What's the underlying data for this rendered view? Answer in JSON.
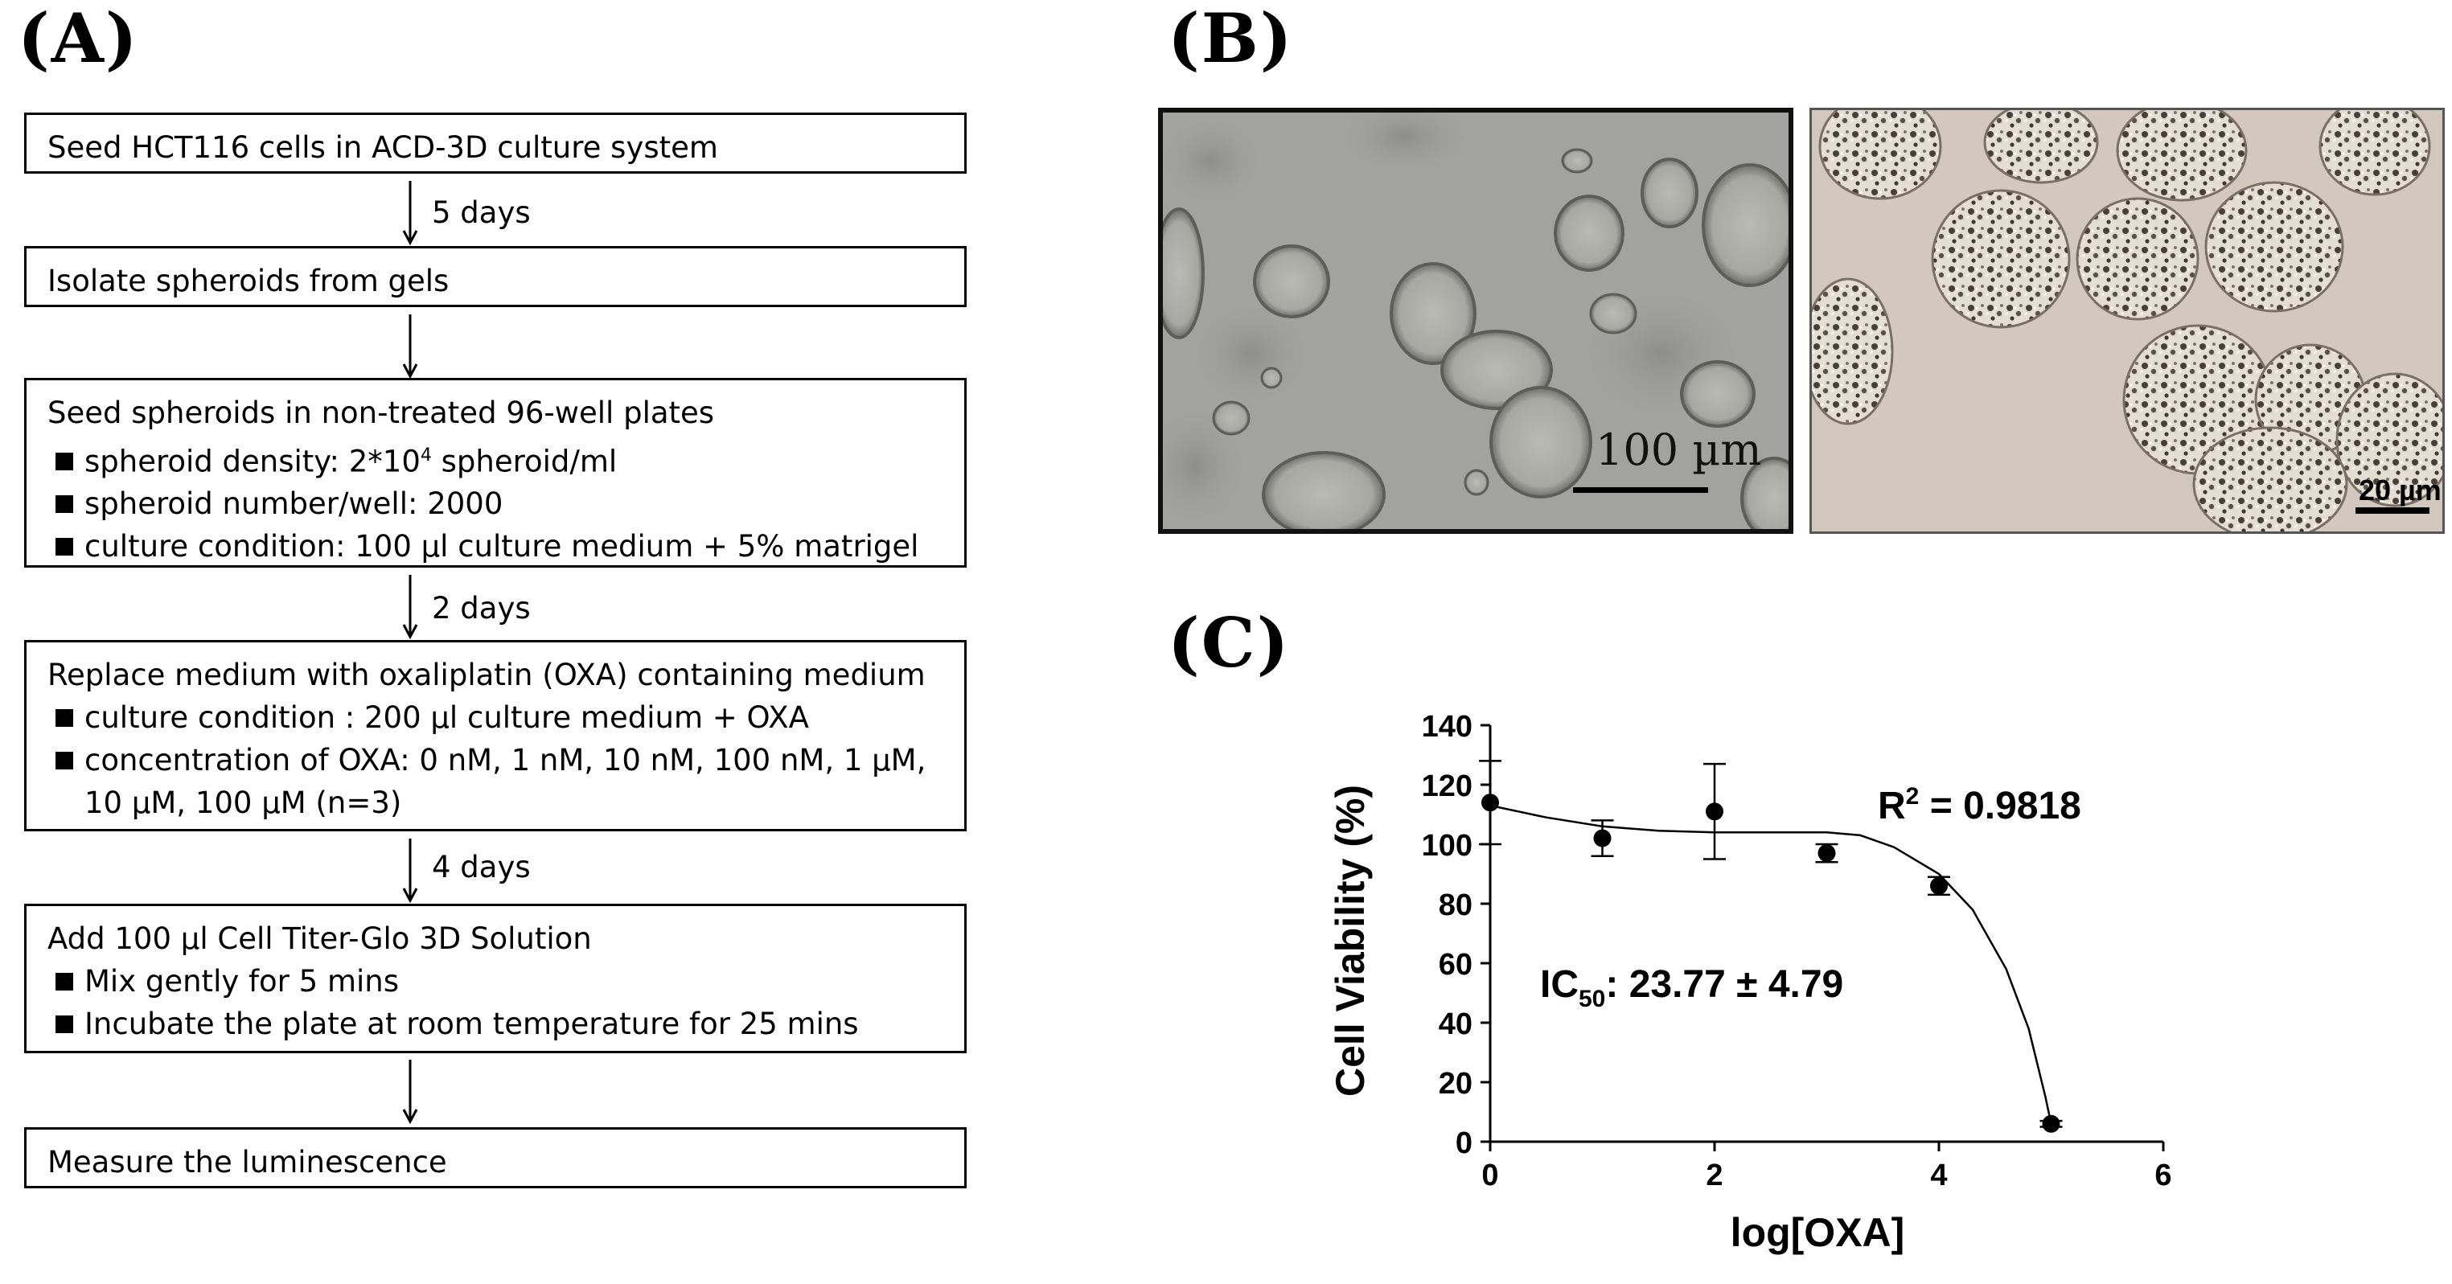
{
  "panels": {
    "a": "(A)",
    "b": "(B)",
    "c": "(C)"
  },
  "flow": {
    "box1": "Seed HCT116 cells in ACD-3D culture system",
    "step1": "5 days",
    "box2": "Isolate spheroids from gels",
    "box3": {
      "title": "Seed spheroids in non-treated 96-well plates",
      "b1_pre": "spheroid density: 2*10",
      "b1_sup": "4",
      "b1_post": " spheroid/ml",
      "b2": "spheroid number/well: 2000",
      "b3": "culture condition: 100 µl culture medium + 5% matrigel"
    },
    "step2": "2 days",
    "box4": {
      "title": "Replace medium with oxaliplatin (OXA) containing medium",
      "b1": "culture condition : 200 µl culture medium + OXA",
      "b2": "concentration of OXA: 0 nM, 1 nM, 10 nM, 100 nM, 1 µM,",
      "b2_cont": "10 µM, 100 µM (n=3)"
    },
    "step3": "4 days",
    "box5": {
      "title": "Add 100 µl Cell Titer-Glo 3D Solution",
      "b1": "Mix gently for 5 mins",
      "b2": "Incubate the plate at room temperature for 25 mins"
    },
    "box6": "Measure the luminescence"
  },
  "micrographs": {
    "left_scale": "100 µm",
    "right_scale": "20 µm"
  },
  "chart_data": {
    "type": "scatter",
    "xlabel": "log[OXA]",
    "ylabel": "Cell Viability (%)",
    "xlim": [
      0,
      6
    ],
    "ylim": [
      0,
      140
    ],
    "xticks": [
      0,
      2,
      4,
      6
    ],
    "yticks": [
      0,
      20,
      40,
      60,
      80,
      100,
      120,
      140
    ],
    "points": [
      {
        "x": 0,
        "y": 114,
        "err": 14
      },
      {
        "x": 1,
        "y": 102,
        "err": 6
      },
      {
        "x": 2,
        "y": 111,
        "err": 16
      },
      {
        "x": 3,
        "y": 97,
        "err": 3
      },
      {
        "x": 4,
        "y": 86,
        "err": 3
      },
      {
        "x": 5,
        "y": 6,
        "err": 1
      }
    ],
    "fit_curve": [
      [
        0,
        113
      ],
      [
        0.5,
        109
      ],
      [
        1,
        106
      ],
      [
        1.5,
        104.5
      ],
      [
        2,
        104
      ],
      [
        2.5,
        104
      ],
      [
        3,
        104
      ],
      [
        3.3,
        103
      ],
      [
        3.6,
        99
      ],
      [
        4,
        90
      ],
      [
        4.3,
        78
      ],
      [
        4.6,
        58
      ],
      [
        4.8,
        38
      ],
      [
        4.95,
        15
      ],
      [
        5,
        6
      ]
    ],
    "r2_label": "R",
    "r2_sup": "2",
    "r2_value": " = 0.9818",
    "ic50_label": "IC",
    "ic50_sub": "50",
    "ic50_value": ": 23.77 ± 4.79",
    "grid": false,
    "legend": "none"
  },
  "colors": {
    "micro_left_bg": "#a3a4a0",
    "micro_right_bg": "#d3c8bd",
    "spheroid_dark": "#4a4039"
  }
}
